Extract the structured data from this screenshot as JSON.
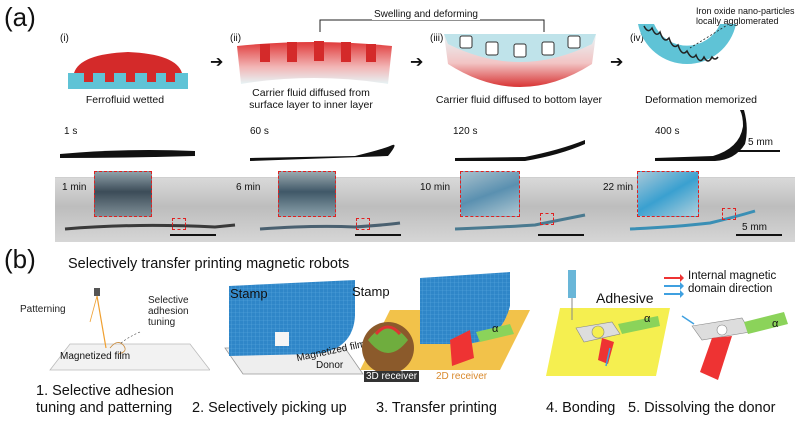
{
  "panel_a": {
    "label": "(a)",
    "stages": [
      {
        "roman": "(i)",
        "caption": "Ferrofluid wetted",
        "time": "1 s"
      },
      {
        "roman": "(ii)",
        "caption": "Carrier fluid diffused from surface layer to inner layer",
        "time": "60 s"
      },
      {
        "roman": "(iii)",
        "caption": "Carrier fluid diffused to bottom layer",
        "time": "120 s"
      },
      {
        "roman": "(iv)",
        "caption": "Deformation memorized",
        "time": "400 s"
      }
    ],
    "bracket_label": "Swelling and deforming",
    "annotation": "Iron oxide nano-particles locally agglomerated",
    "scale_top": "5 mm",
    "photo_times": [
      "1 min",
      "6 min",
      "10 min",
      "22 min"
    ],
    "scale_bottom": "5 mm"
  },
  "panel_b": {
    "label": "(b)",
    "title": "Selectively transfer printing magnetic robots",
    "labels": {
      "patterning": "Patterning",
      "selective_adhesion": "Selective adhesion tuning",
      "magnetized_film_1": "Magnetized film",
      "stamp_1": "Stamp",
      "magnetized_film_2": "Magnetized film",
      "donor": "Donor",
      "stamp_2": "Stamp",
      "receiver_3d": "3D receiver",
      "receiver_2d": "2D receiver",
      "alpha": "α",
      "adhesive": "Adhesive",
      "legend": "Internal magnetic domain direction"
    },
    "steps": [
      "1. Selective adhesion tuning and patterning",
      "2. Selectively picking up",
      "3. Transfer printing",
      "4. Bonding",
      "5. Dissolving the donor"
    ]
  }
}
